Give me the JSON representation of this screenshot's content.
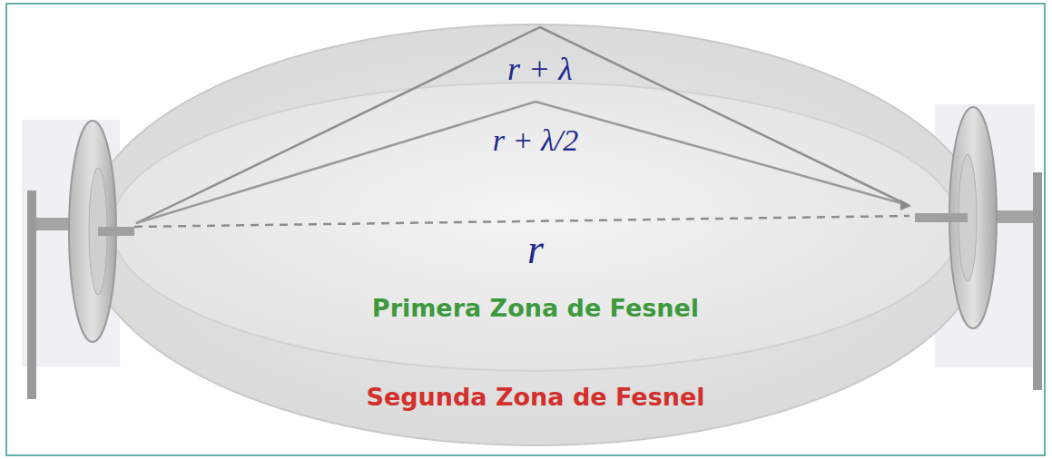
{
  "diagram": {
    "nodes": [
      {
        "text": [
          "Segunda Zona de Fesnel"
        ]
      },
      {
        "text": [
          "Primera Zona de Fesnel"
        ],
        "in": 0
      }
    ],
    "labels": [
      "r + λ",
      "r + λ/2",
      "r"
    ]
  }
}
